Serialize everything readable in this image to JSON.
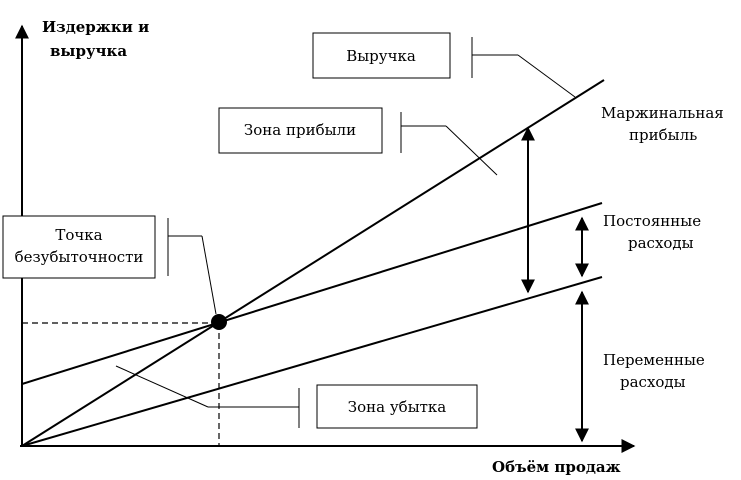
{
  "axes": {
    "y_label_line1": "Издержки и",
    "y_label_line2": "выручка",
    "x_label": "Объём продаж"
  },
  "boxes": {
    "revenue": "Выручка",
    "profit_zone": "Зона прибыли",
    "breakeven_line1": "Точка",
    "breakeven_line2": "безубыточности",
    "loss_zone": "Зона убытка"
  },
  "side_labels": {
    "margin_line1": "Маржинальная",
    "margin_line2": "прибыль",
    "fixed_line1": "Постоянные",
    "fixed_line2": "расходы",
    "variable_line1": "Переменные",
    "variable_line2": "расходы"
  }
}
